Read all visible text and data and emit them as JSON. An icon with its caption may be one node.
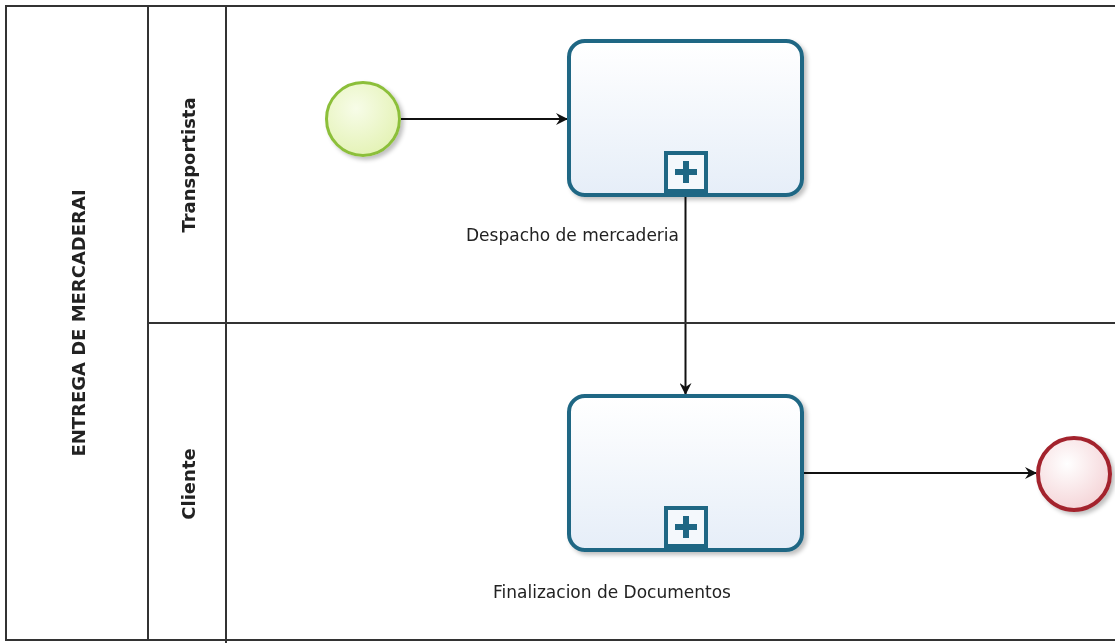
{
  "diagram": {
    "nodes": [
      {
        "text": [
          "ENTREGA DE MERCADERAI"
        ]
      },
      {
        "text": [
          "Transportista"
        ],
        "in": 0
      },
      {
        "text": [
          "Cliente"
        ],
        "in": 0
      },
      {
        "text": [],
        "shape": "circle",
        "in": 1
      },
      {
        "text": [],
        "shape": "box",
        "in": 1,
        "beside": [
          "Despacho de mercaderia"
        ]
      },
      {
        "text": [],
        "shape": "box",
        "in": 2,
        "beside": [
          "Finalizacion de Documentos"
        ]
      },
      {
        "text": [],
        "shape": "circle",
        "in": 2
      }
    ],
    "edges": [
      {
        "from": 3,
        "to": 4,
        "arrow": "to"
      },
      {
        "from": 4,
        "to": 5,
        "arrow": "to"
      },
      {
        "from": 5,
        "to": 6,
        "arrow": "to"
      }
    ]
  }
}
